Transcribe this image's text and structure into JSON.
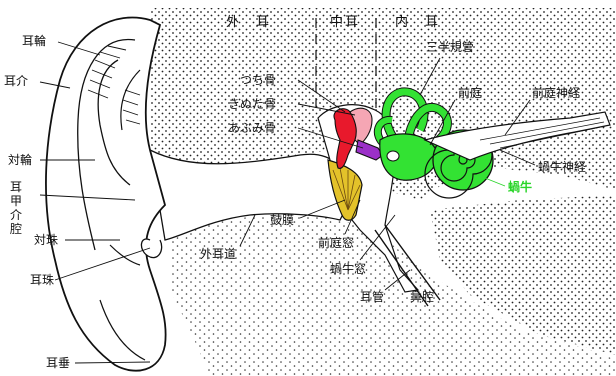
{
  "sections": {
    "outer": "外　耳",
    "middle": "中耳",
    "inner": "内　耳"
  },
  "labels": {
    "helix": "耳輪",
    "concha_top": "耳介",
    "antihelix": "対輪",
    "concha_cavity": "耳甲介腔",
    "antitragus": "対珠",
    "tragus": "耳珠",
    "lobule": "耳垂",
    "malleus": "つち骨",
    "incus": "きぬた骨",
    "stapes": "あぶみ骨",
    "semicircular": "三半規管",
    "vestibule": "前庭",
    "vestibular_nerve": "前庭神経",
    "cochlear_nerve": "蝸牛神経",
    "cochlea": "蝸牛",
    "eardrum": "鼓膜",
    "ear_canal": "外耳道",
    "oval_window": "前庭窓",
    "round_window": "蝸牛窓",
    "eustachian": "耳管",
    "nasal": "鼻腔"
  },
  "colors": {
    "malleus": "#e8192c",
    "incus": "#f5a6b4",
    "stapes": "#9b30c8",
    "eardrum": "#e3c22a",
    "inner_ear": "#33e233",
    "cochlea_label": "#2ad52a"
  }
}
